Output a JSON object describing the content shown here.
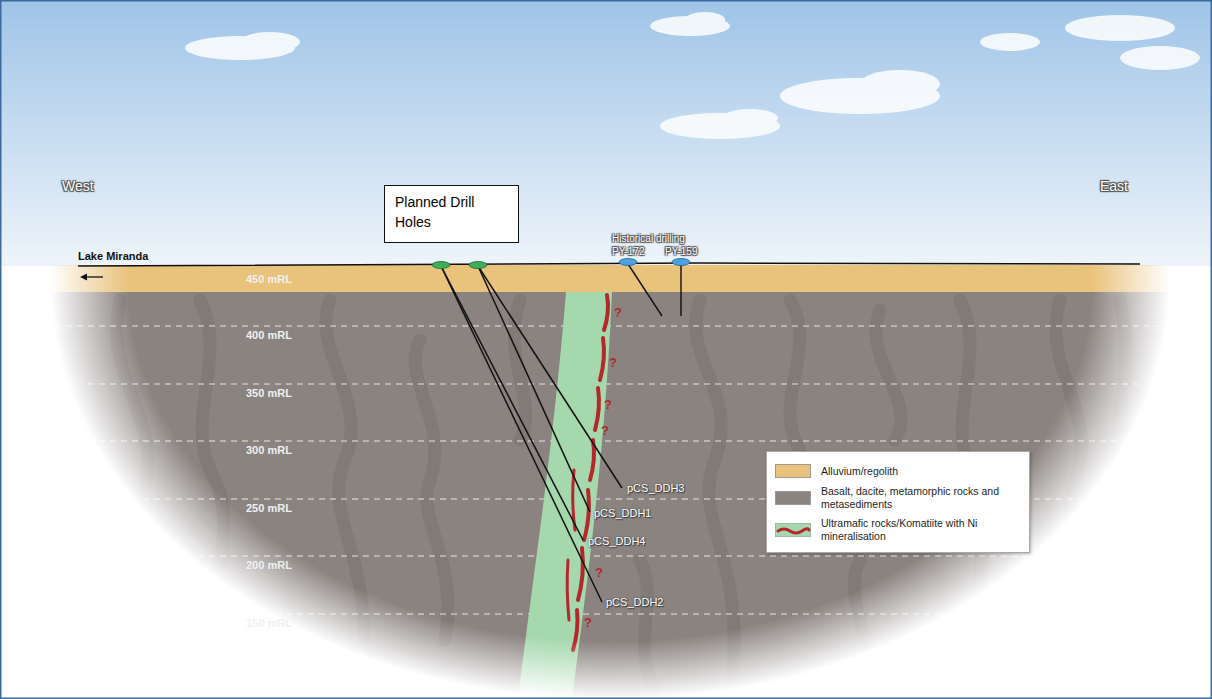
{
  "diagram": {
    "nodes": [
      {
        "text": [
          "Planned Drill Holes"
        ]
      }
    ],
    "labels": [
      "West",
      "East",
      "Lake Miranda",
      "Historical drilling",
      "PY-172",
      "PY-159",
      "450 mRL",
      "400 mRL",
      "350 mRL",
      "300 mRL",
      "250 mRL",
      "200 mRL",
      "150 mRL",
      "?",
      "?",
      "?",
      "?",
      "?",
      "?",
      "pCS_DDH3",
      "pCS_DDH1",
      "pCS_DDH4",
      "pCS_DDH2"
    ],
    "legend": [
      {
        "text": "Alluvium/regolith",
        "color": "#e9c27c"
      },
      {
        "text": "Basalt, dacite, metamorphic rocks and metasediments",
        "color": "#8a8380"
      },
      {
        "text": "Ultramafic rocks/Komatiite with Ni mineralisation"
      }
    ]
  }
}
